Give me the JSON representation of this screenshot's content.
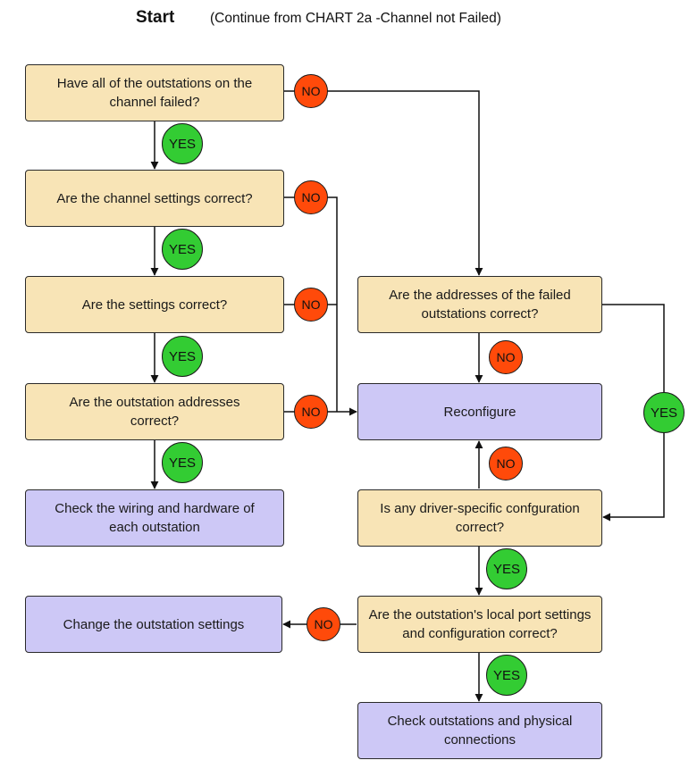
{
  "header": {
    "start": "Start",
    "continue_note": "(Continue from CHART 2a -Channel not Failed)"
  },
  "nodes": {
    "q1": "Have all of the outstations on the channel failed?",
    "q2": "Are the channel settings correct?",
    "q3": "Are the settings correct?",
    "q4": "Are the outstation addresses correct?",
    "a_wiring": "Check the wiring and hardware of each outstation",
    "q5": "Are the addresses of the failed outstations correct?",
    "a_reconfigure": "Reconfigure",
    "q6": "Is any driver-specific confguration correct?",
    "q7": "Are the outstation's local port settings and configuration correct?",
    "a_change": "Change the outstation settings",
    "a_check": "Check outstations and physical connections"
  },
  "labels": {
    "yes": "YES",
    "no": "NO"
  },
  "colors": {
    "question_fill": "#f8e4b6",
    "action_fill": "#cdc8f6",
    "yes_badge": "#33cc33",
    "no_badge": "#ff4a0a"
  }
}
